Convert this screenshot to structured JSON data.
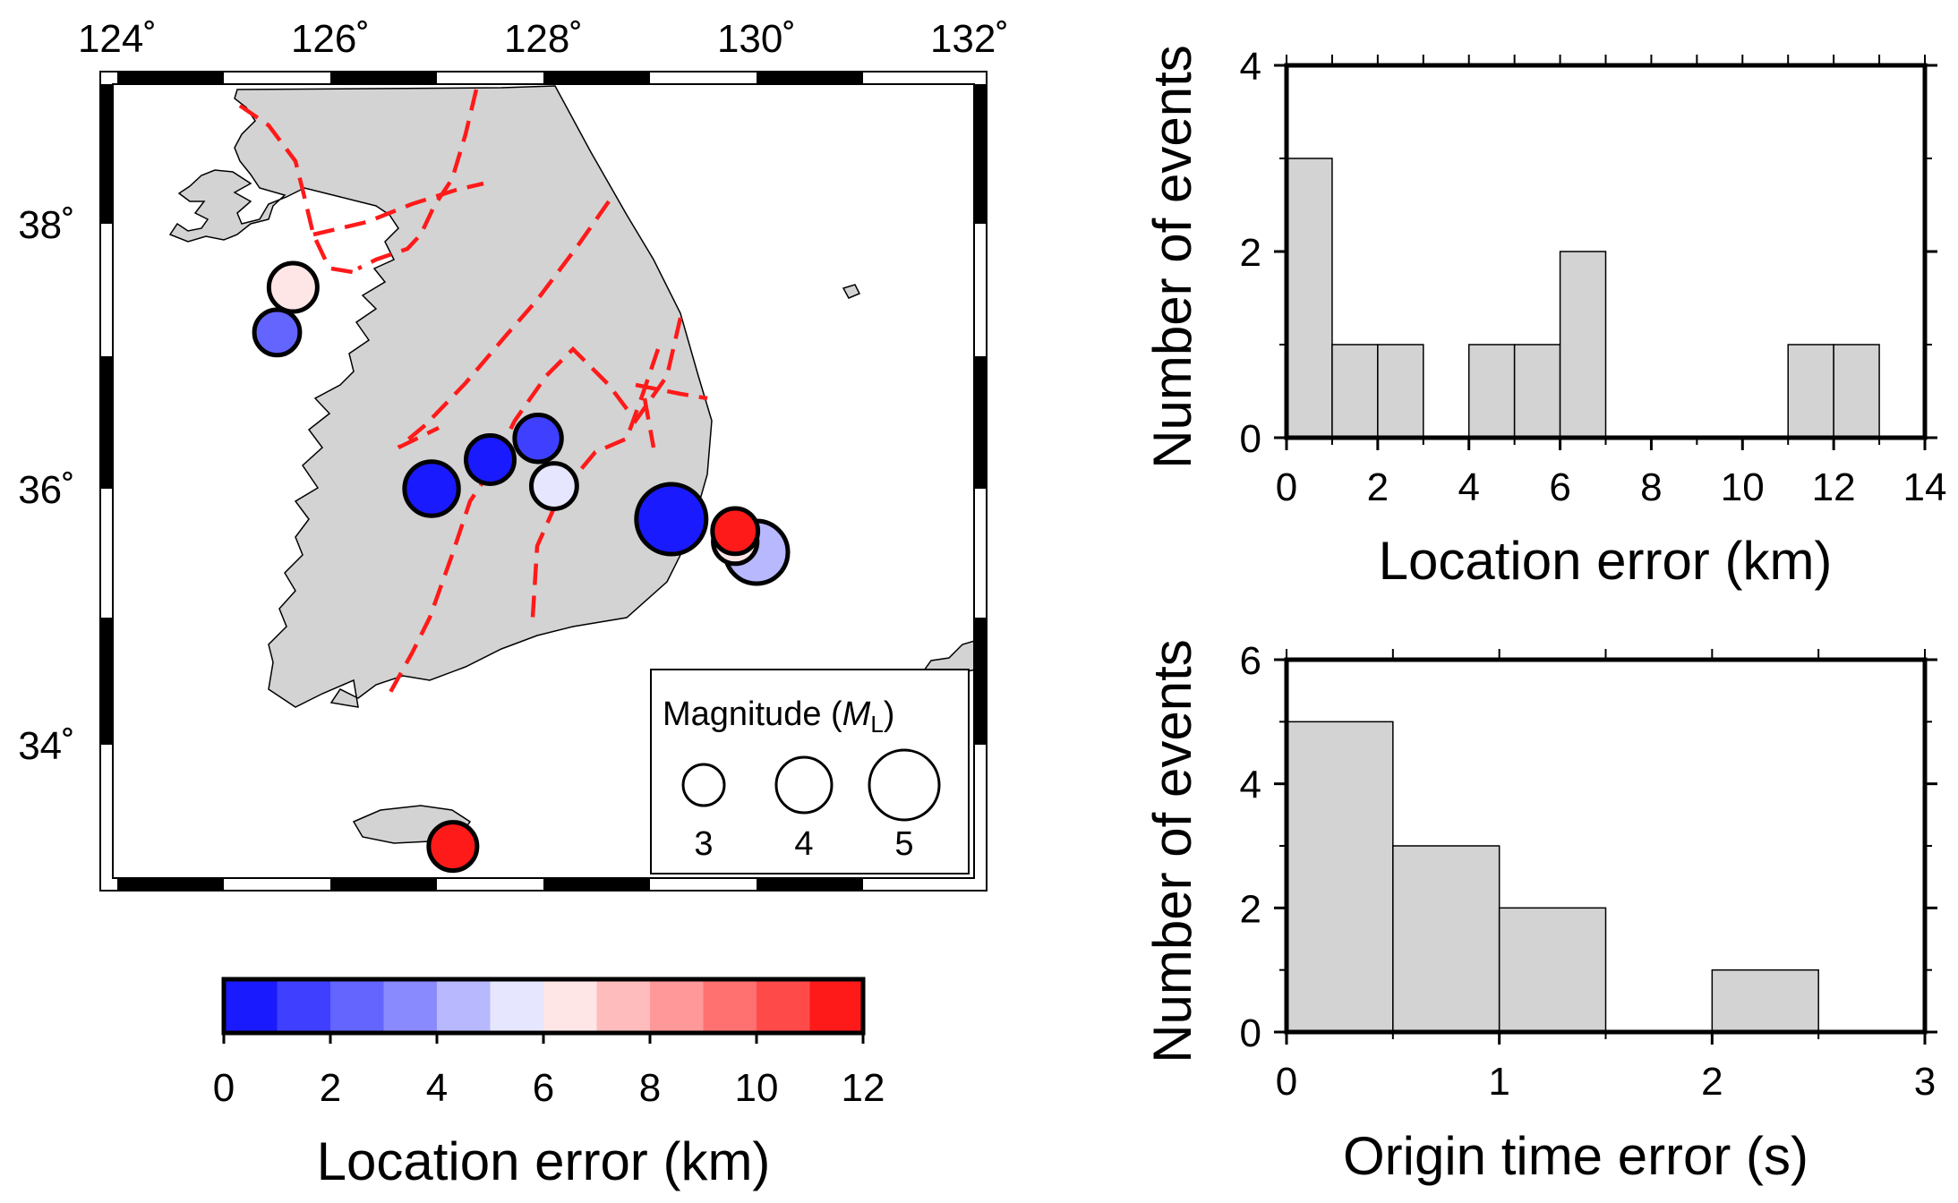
{
  "map": {
    "lon_ticks": [
      "124˚",
      "126˚",
      "128˚",
      "130˚",
      "132˚"
    ],
    "lat_ticks": [
      "38˚",
      "36˚",
      "34˚"
    ],
    "land_color": "#d3d3d3",
    "fault_color": "#ff1a1a",
    "events": [
      {
        "lon": 125.65,
        "lat": 37.52,
        "magnitude": 3.5,
        "location_error_km": 6.5
      },
      {
        "lon": 125.5,
        "lat": 37.18,
        "magnitude": 3.3,
        "location_error_km": 2.5
      },
      {
        "lon": 126.95,
        "lat": 36.0,
        "magnitude": 3.9,
        "location_error_km": 0.5
      },
      {
        "lon": 127.5,
        "lat": 36.22,
        "magnitude": 3.5,
        "location_error_km": 0.5
      },
      {
        "lon": 127.95,
        "lat": 36.38,
        "magnitude": 3.4,
        "location_error_km": 1.5
      },
      {
        "lon": 128.1,
        "lat": 36.02,
        "magnitude": 3.3,
        "location_error_km": 5.5
      },
      {
        "lon": 129.2,
        "lat": 35.77,
        "magnitude": 5.0,
        "location_error_km": 0.5
      },
      {
        "lon": 130.0,
        "lat": 35.52,
        "magnitude": 4.5,
        "location_error_km": 4.5
      },
      {
        "lon": 129.8,
        "lat": 35.6,
        "magnitude": 3.2,
        "location_error_km": 6.5
      },
      {
        "lon": 129.8,
        "lat": 35.68,
        "magnitude": 3.3,
        "location_error_km": 12.0
      },
      {
        "lon": 127.15,
        "lat": 33.3,
        "magnitude": 3.5,
        "location_error_km": 12.0
      }
    ],
    "legend": {
      "title": "Magnitude (",
      "title_symbol": "M",
      "title_subscript": "L",
      "title_close": ")",
      "sizes": [
        "3",
        "4",
        "5"
      ]
    }
  },
  "colorbar": {
    "colors": [
      "#1a1aff",
      "#3f3fff",
      "#6464ff",
      "#8a8aff",
      "#b8b8ff",
      "#e6e6ff",
      "#ffe6e6",
      "#ffbcbc",
      "#ff9898",
      "#ff7070",
      "#ff4a4a",
      "#ff1a1a"
    ],
    "tick_labels": [
      "0",
      "2",
      "4",
      "6",
      "8",
      "10",
      "12"
    ],
    "label": "Location error (km)"
  },
  "chart_data": [
    {
      "type": "bar",
      "bin_edges": [
        0,
        1,
        2,
        3,
        4,
        5,
        6,
        7,
        8,
        9,
        10,
        11,
        12,
        13,
        14
      ],
      "values": [
        3,
        1,
        1,
        0,
        1,
        1,
        2,
        0,
        0,
        0,
        0,
        1,
        1,
        0
      ],
      "xlabel": "Location error (km)",
      "ylabel": "Number of events",
      "xlim": [
        0,
        14
      ],
      "ylim": [
        0,
        4
      ],
      "x_ticks": [
        "0",
        "2",
        "4",
        "6",
        "8",
        "10",
        "12",
        "14"
      ],
      "y_ticks": [
        "0",
        "2",
        "4"
      ],
      "bar_color": "#d3d3d3"
    },
    {
      "type": "bar",
      "bin_edges": [
        0,
        0.5,
        1.0,
        1.5,
        2.0,
        2.5,
        3.0
      ],
      "values": [
        5,
        3,
        2,
        0,
        1,
        0
      ],
      "xlabel": "Origin time error (s)",
      "ylabel": "Number of events",
      "xlim": [
        0,
        3
      ],
      "ylim": [
        0,
        6
      ],
      "x_ticks": [
        "0",
        "1",
        "2",
        "3"
      ],
      "y_ticks": [
        "0",
        "2",
        "4",
        "6"
      ],
      "bar_color": "#d3d3d3"
    }
  ]
}
